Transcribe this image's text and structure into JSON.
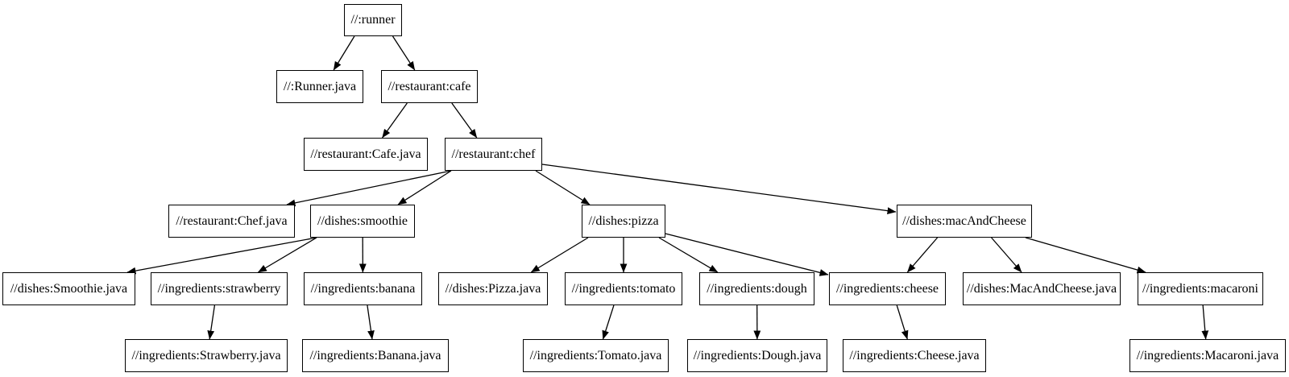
{
  "style": {
    "background": "#ffffff",
    "node_fill": "#ffffff",
    "node_border": "#000000",
    "text_color": "#000000",
    "edge_color": "#000000"
  },
  "graph": {
    "nodes": {
      "runner": {
        "label": "//:runner"
      },
      "runner_java": {
        "label": "//:Runner.java"
      },
      "cafe": {
        "label": "//restaurant:cafe"
      },
      "cafe_java": {
        "label": "//restaurant:Cafe.java"
      },
      "chef": {
        "label": "//restaurant:chef"
      },
      "chef_java": {
        "label": "//restaurant:Chef.java"
      },
      "smoothie": {
        "label": "//dishes:smoothie"
      },
      "smoothie_java": {
        "label": "//dishes:Smoothie.java"
      },
      "strawberry": {
        "label": "//ingredients:strawberry"
      },
      "strawberry_java": {
        "label": "//ingredients:Strawberry.java"
      },
      "banana": {
        "label": "//ingredients:banana"
      },
      "banana_java": {
        "label": "//ingredients:Banana.java"
      },
      "pizza": {
        "label": "//dishes:pizza"
      },
      "pizza_java": {
        "label": "//dishes:Pizza.java"
      },
      "tomato": {
        "label": "//ingredients:tomato"
      },
      "tomato_java": {
        "label": "//ingredients:Tomato.java"
      },
      "dough": {
        "label": "//ingredients:dough"
      },
      "dough_java": {
        "label": "//ingredients:Dough.java"
      },
      "cheese": {
        "label": "//ingredients:cheese"
      },
      "cheese_java": {
        "label": "//ingredients:Cheese.java"
      },
      "mac": {
        "label": "//dishes:macAndCheese"
      },
      "mac_java": {
        "label": "//dishes:MacAndCheese.java"
      },
      "macaroni": {
        "label": "//ingredients:macaroni"
      },
      "macaroni_java": {
        "label": "//ingredients:Macaroni.java"
      }
    },
    "edges": [
      {
        "from": "runner",
        "to": "runner_java"
      },
      {
        "from": "runner",
        "to": "cafe"
      },
      {
        "from": "cafe",
        "to": "cafe_java"
      },
      {
        "from": "cafe",
        "to": "chef"
      },
      {
        "from": "chef",
        "to": "chef_java"
      },
      {
        "from": "chef",
        "to": "smoothie"
      },
      {
        "from": "chef",
        "to": "pizza"
      },
      {
        "from": "chef",
        "to": "mac"
      },
      {
        "from": "smoothie",
        "to": "smoothie_java"
      },
      {
        "from": "smoothie",
        "to": "strawberry"
      },
      {
        "from": "smoothie",
        "to": "banana"
      },
      {
        "from": "strawberry",
        "to": "strawberry_java"
      },
      {
        "from": "banana",
        "to": "banana_java"
      },
      {
        "from": "pizza",
        "to": "pizza_java"
      },
      {
        "from": "pizza",
        "to": "tomato"
      },
      {
        "from": "pizza",
        "to": "dough"
      },
      {
        "from": "pizza",
        "to": "cheese"
      },
      {
        "from": "tomato",
        "to": "tomato_java"
      },
      {
        "from": "dough",
        "to": "dough_java"
      },
      {
        "from": "cheese",
        "to": "cheese_java"
      },
      {
        "from": "mac",
        "to": "cheese"
      },
      {
        "from": "mac",
        "to": "mac_java"
      },
      {
        "from": "mac",
        "to": "macaroni"
      },
      {
        "from": "macaroni",
        "to": "macaroni_java"
      }
    ]
  }
}
